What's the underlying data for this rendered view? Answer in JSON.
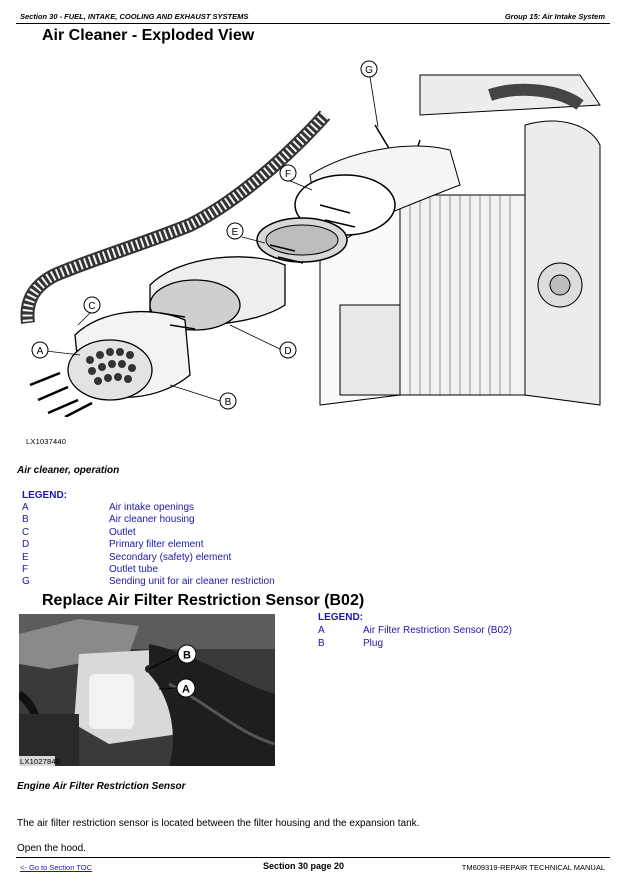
{
  "header": {
    "section": "Section 30 - FUEL, INTAKE, COOLING AND EXHAUST SYSTEMS",
    "group": "Group 15: Air Intake System"
  },
  "section1": {
    "title": "Air Cleaner - Exploded View",
    "figure_id": "LX1037440",
    "caption": "Air cleaner, operation",
    "legend_title": "LEGEND:",
    "legend": [
      {
        "key": "A",
        "text": "Air intake openings"
      },
      {
        "key": "B",
        "text": "Air cleaner housing"
      },
      {
        "key": "C",
        "text": "Outlet"
      },
      {
        "key": "D",
        "text": "Primary filter element"
      },
      {
        "key": "E",
        "text": "Secondary (safety) element"
      },
      {
        "key": "F",
        "text": "Outlet tube"
      },
      {
        "key": "G",
        "text": "Sending unit for air cleaner restriction"
      }
    ]
  },
  "section2": {
    "title": "Replace Air Filter Restriction Sensor (B02)",
    "figure_id": "LX1027848",
    "legend_title": "LEGEND:",
    "legend": [
      {
        "key": "A",
        "text": "Air Filter Restriction Sensor (B02)"
      },
      {
        "key": "B",
        "text": "Plug"
      }
    ],
    "caption": "Engine Air Filter Restriction Sensor",
    "paragraph1": "The air filter restriction sensor is located between the filter housing and the expansion tank.",
    "paragraph2": "Open the hood."
  },
  "footer": {
    "toc_link": "<- Go to Section TOC",
    "page": "Section 30 page 20",
    "manual": "TM609319-REPAIR TECHNICAL MANUAL"
  },
  "callouts1": [
    "G",
    "F",
    "E",
    "C",
    "A",
    "D",
    "B"
  ],
  "callouts2": [
    "B",
    "A"
  ]
}
